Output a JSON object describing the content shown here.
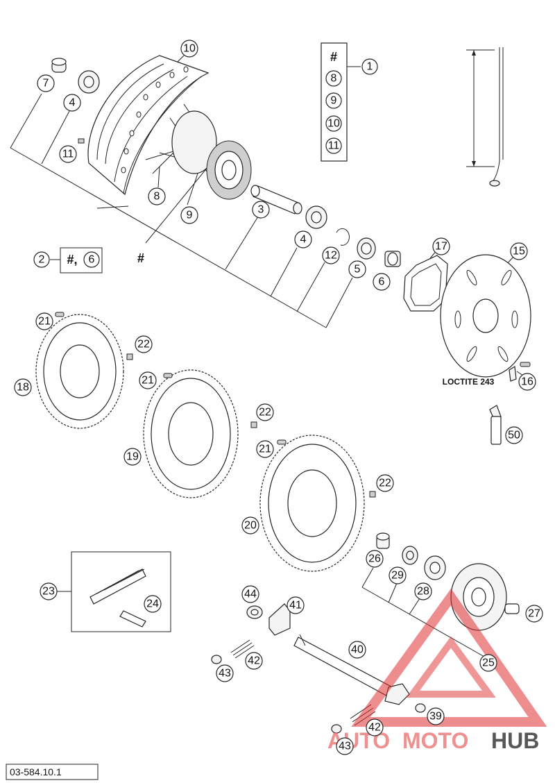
{
  "diagram": {
    "code": "03-584.10.1",
    "loctite_label": "LOCTITE 243",
    "legend_box": {
      "hash": "#",
      "items": [
        "8",
        "9",
        "10",
        "11"
      ],
      "ref": "1"
    },
    "callout_2": {
      "num": "2",
      "text": "#,",
      "ref": "6"
    },
    "hash_mark": "#",
    "callouts": [
      "10",
      "7",
      "4",
      "11",
      "8",
      "9",
      "3",
      "4",
      "12",
      "5",
      "6",
      "17",
      "15",
      "16",
      "21",
      "22",
      "18",
      "21",
      "19",
      "22",
      "21",
      "20",
      "22",
      "50",
      "23",
      "24",
      "26",
      "29",
      "28",
      "27",
      "25",
      "44",
      "41",
      "40",
      "42",
      "43",
      "39",
      "42",
      "43"
    ]
  },
  "watermark": {
    "auto": "AUTO",
    "moto": "MOTO",
    "hub": "HUB",
    "triangle_color": "#e03030"
  }
}
